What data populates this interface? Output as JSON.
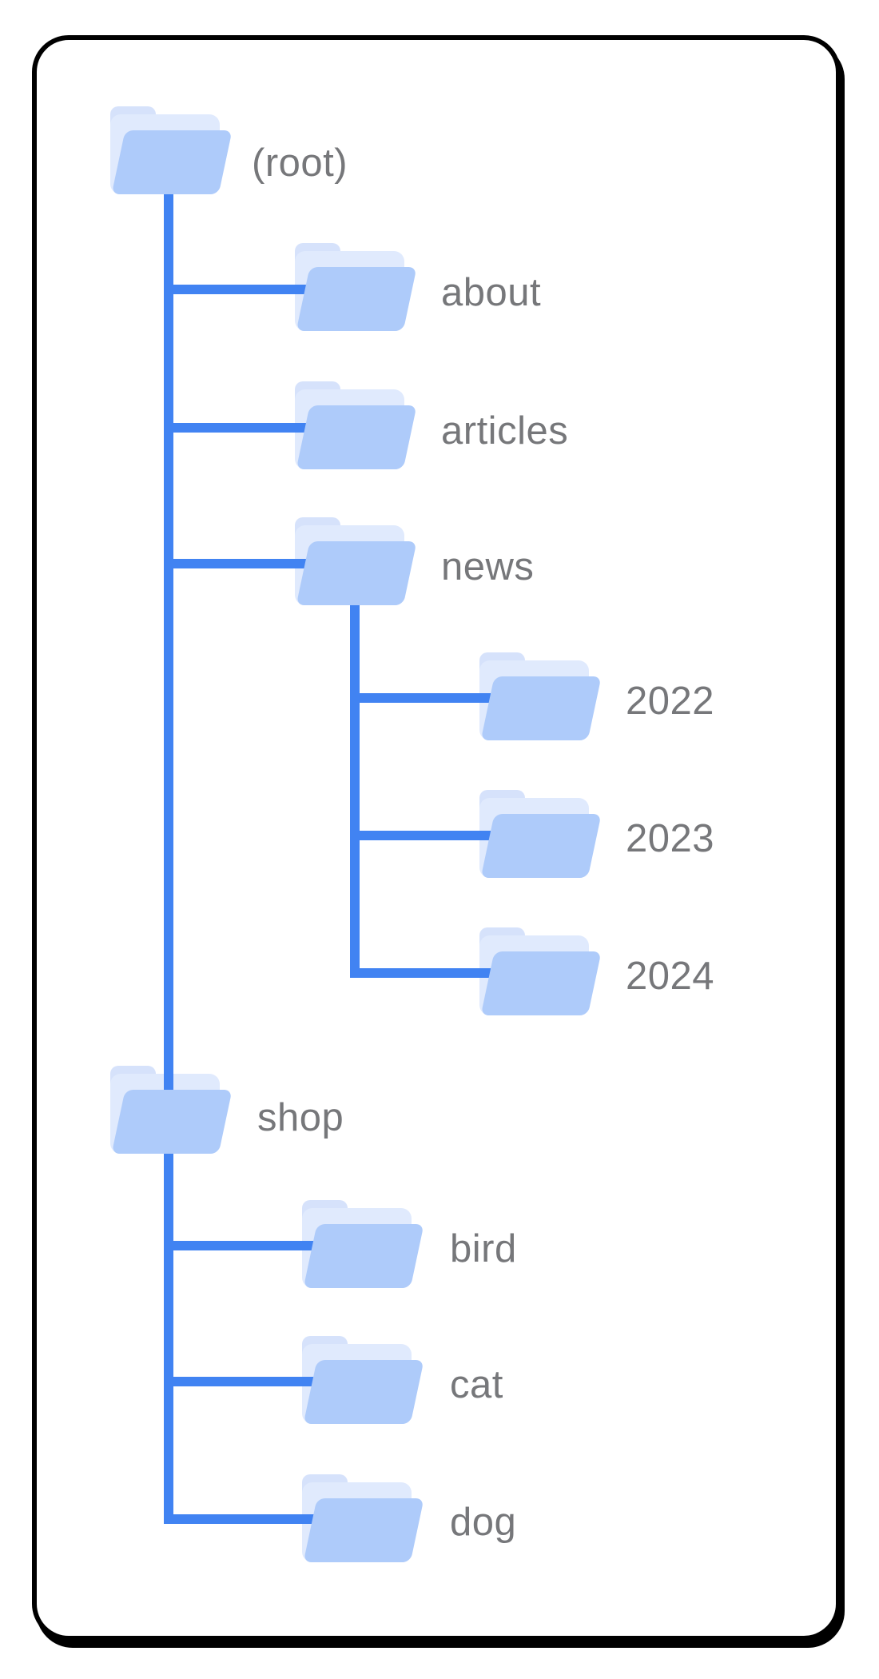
{
  "diagram": {
    "description": "Folder tree diagram of a website URL structure inside a black rounded card",
    "tree": {
      "label": "(root)",
      "children": [
        {
          "label": "about",
          "children": []
        },
        {
          "label": "articles",
          "children": []
        },
        {
          "label": "news",
          "children": [
            {
              "label": "2022",
              "children": []
            },
            {
              "label": "2023",
              "children": []
            },
            {
              "label": "2024",
              "children": []
            }
          ]
        },
        {
          "label": "shop",
          "children": [
            {
              "label": "bird",
              "children": []
            },
            {
              "label": "cat",
              "children": []
            },
            {
              "label": "dog",
              "children": []
            }
          ]
        }
      ]
    },
    "colors": {
      "connector": "#4183F2",
      "folder_front": "#AECBFA",
      "folder_back": "#E0EAFD",
      "folder_tab": "#D6E2FB",
      "label_text": "#76777A",
      "card_border": "#000000",
      "background": "#FFFFFF"
    }
  }
}
